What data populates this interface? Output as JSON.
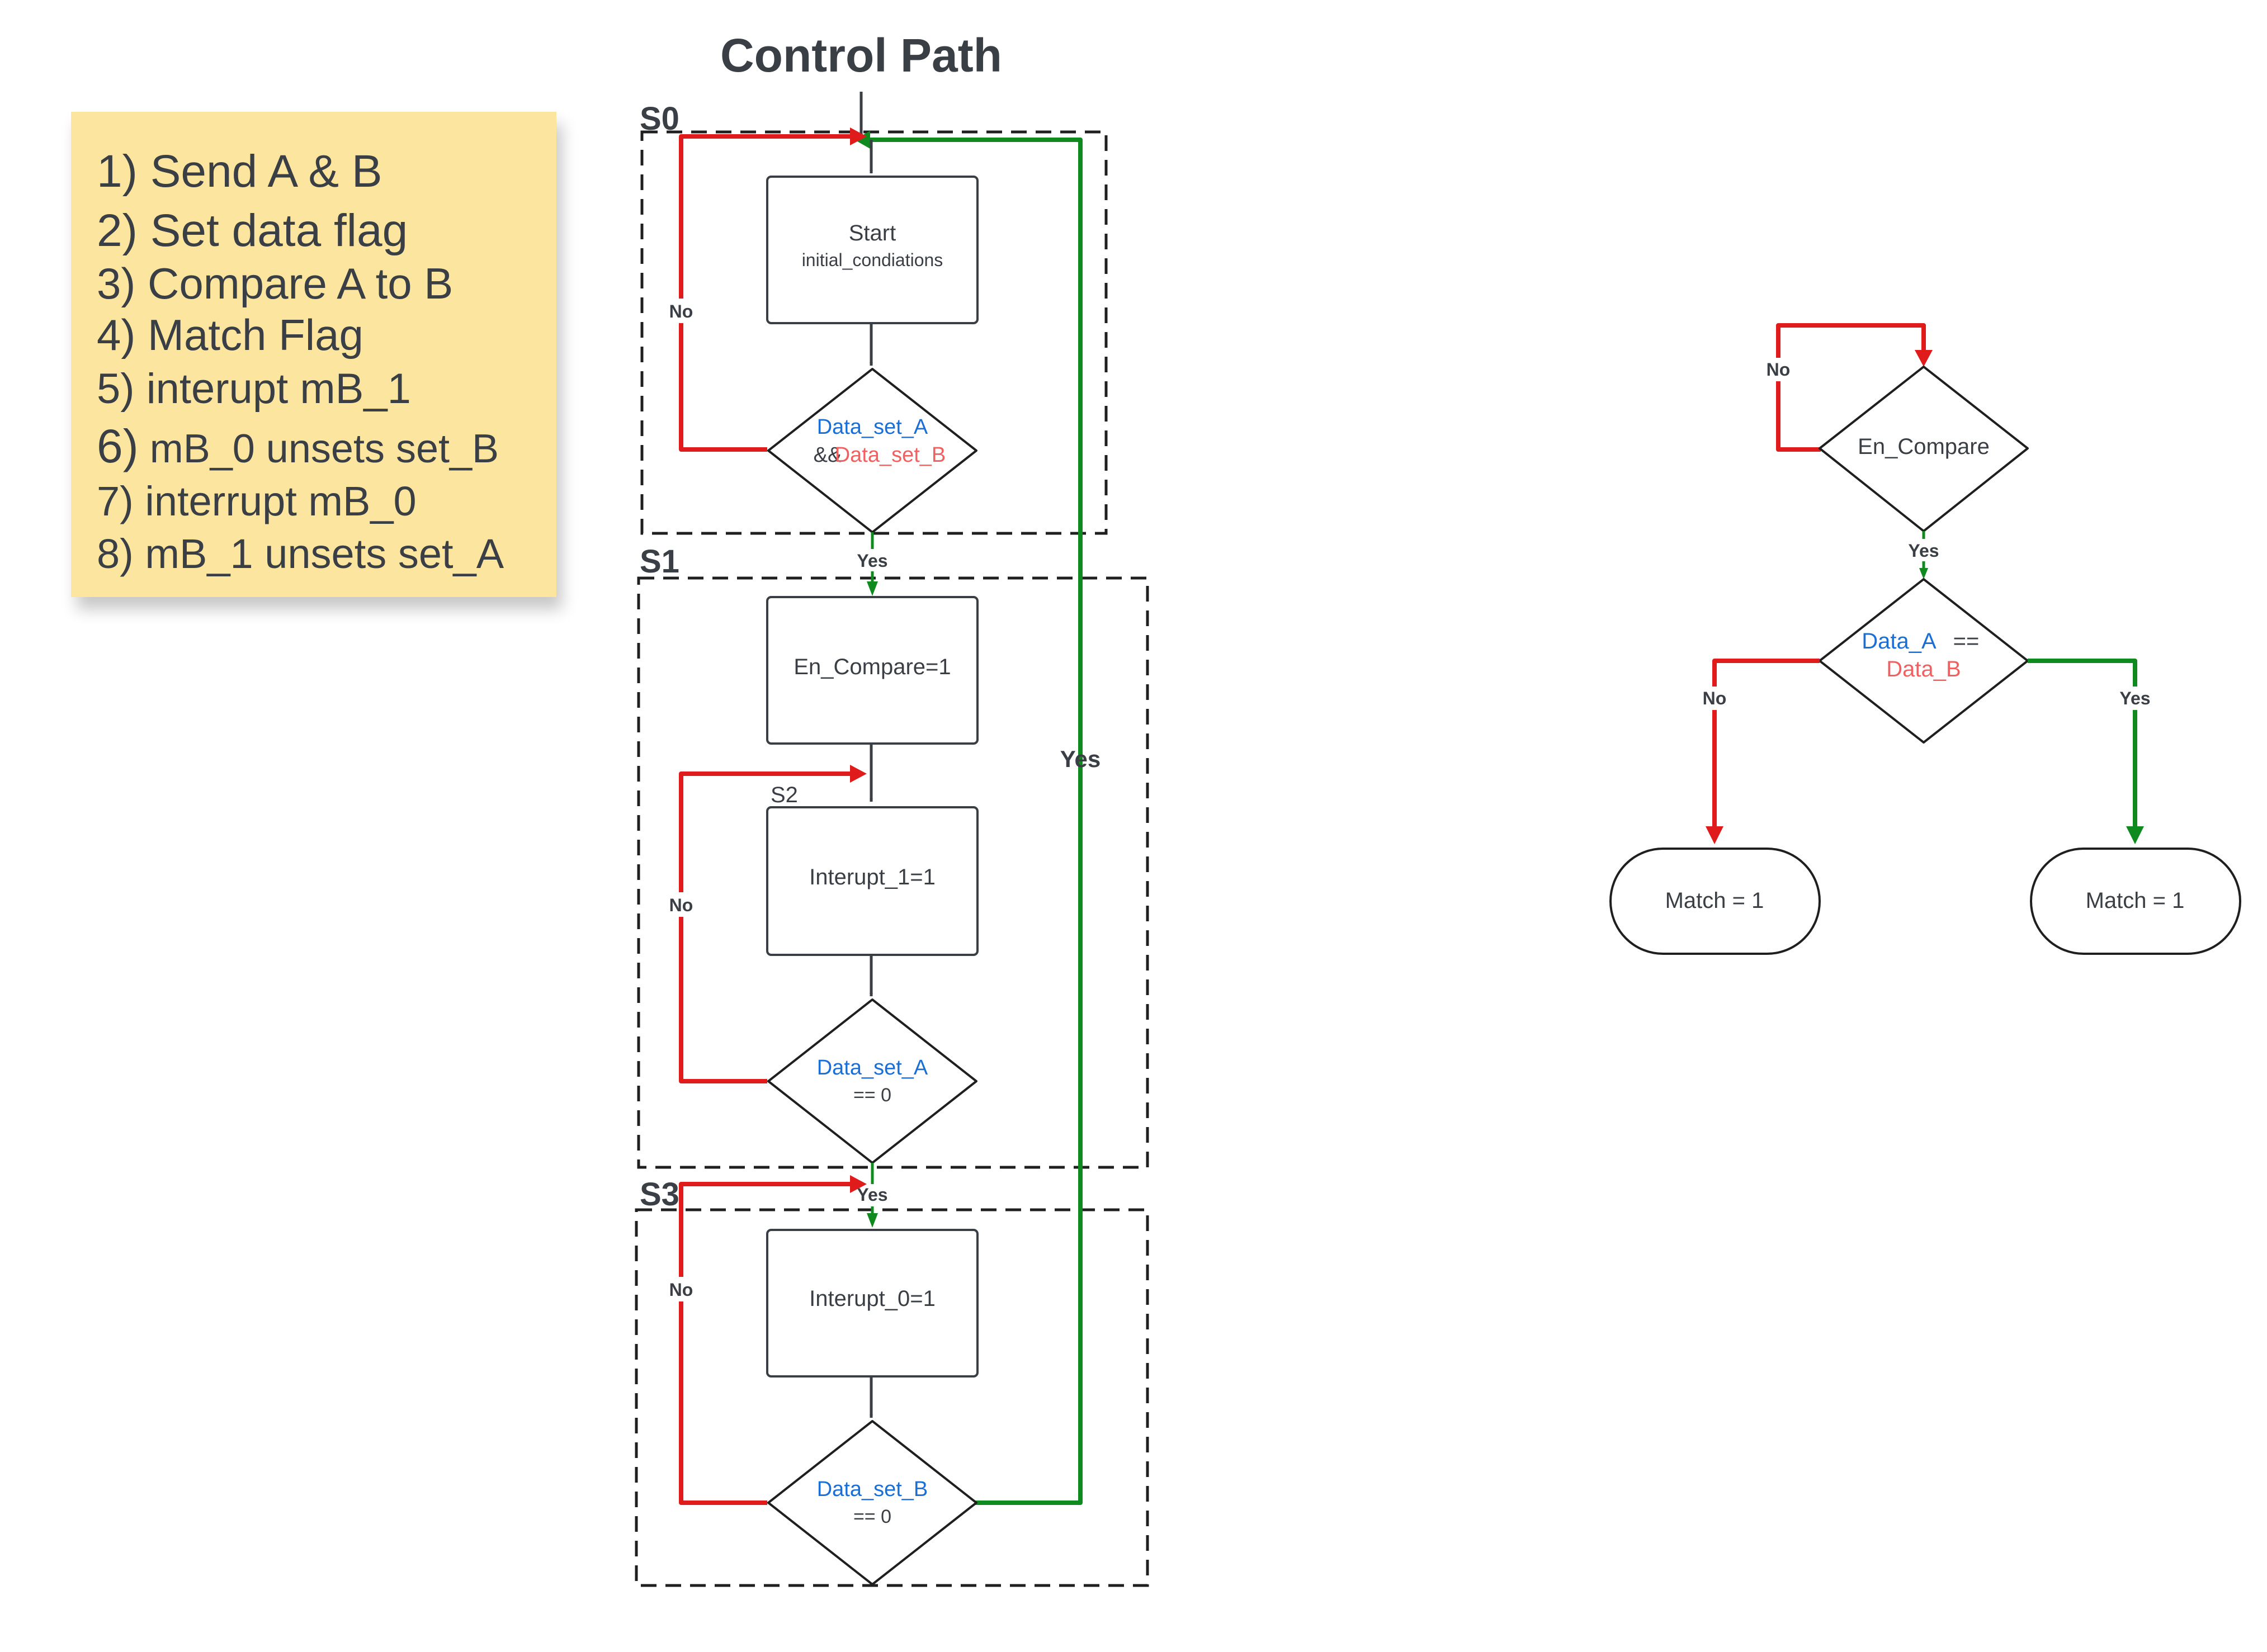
{
  "title": "Control Path",
  "sticky_note": {
    "lines": [
      {
        "num": "1)",
        "text": "Send A & B"
      },
      {
        "num": "2)",
        "text": "Set data flag"
      },
      {
        "num": "3)",
        "text": "Compare A to B"
      },
      {
        "num": "4)",
        "text": "Match Flag"
      },
      {
        "num": "5)",
        "text": "interupt mB_1"
      },
      {
        "num": "6)",
        "text": "mB_0 unsets set_B"
      },
      {
        "num": "7)",
        "text": "interrupt mB_0"
      },
      {
        "num": "8)",
        "text": "mB_1 unsets set_A"
      }
    ]
  },
  "states": {
    "s0": "S0",
    "s1": "S1",
    "s2": "S2",
    "s3": "S3"
  },
  "nodes": {
    "start_title": "Start",
    "start_sub": "initial_condiations",
    "d0_line1": "Data_set_A",
    "d0_amp": "&&",
    "d0_line2": "Data_set_B",
    "en_compare_box": "En_Compare=1",
    "interupt1_box": "Interupt_1=1",
    "d1_line1": "Data_set_A",
    "d1_line2": "== 0",
    "interupt0_box": "Interupt_0=1",
    "d2_line1": "Data_set_B",
    "d2_line2": "== 0"
  },
  "edge_labels": {
    "no_s0": "No",
    "yes_s0": "Yes",
    "yes_loop": "Yes",
    "no_s1": "No",
    "yes_s1": "Yes",
    "no_s3": "No"
  },
  "datapath": {
    "en_compare": "En_Compare",
    "no_top": "No",
    "yes_mid": "Yes",
    "cmp_line1": "Data_A",
    "cmp_eq": "==",
    "cmp_line2": "Data_B",
    "no_left": "No",
    "yes_right": "Yes",
    "match_left": "Match = 1",
    "match_right": "Match = 1"
  },
  "colors": {
    "red": "#e01b1b",
    "green": "#0f8a1e",
    "dark": "#3a3e45",
    "blue": "#1a6fd6",
    "salmon": "#f06060",
    "note": "#fce59f"
  }
}
